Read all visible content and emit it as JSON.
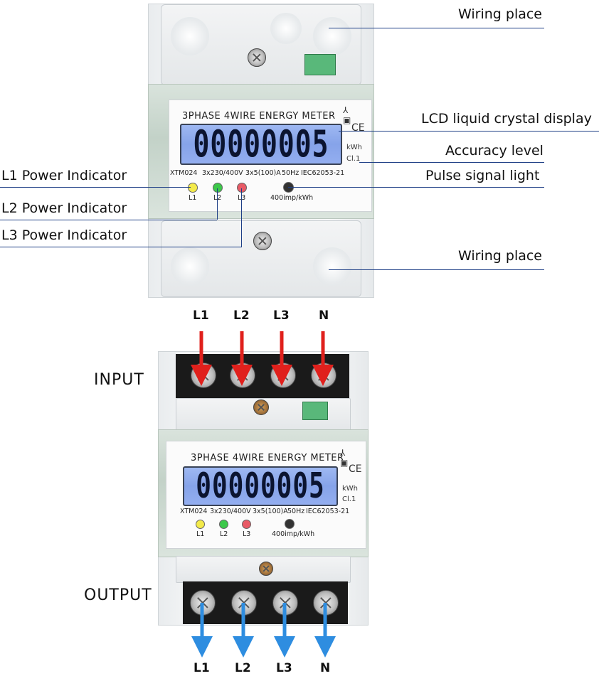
{
  "annotations": {
    "wiring_place_top": "Wiring place",
    "lcd_display": "LCD liquid crystal display",
    "accuracy_level": "Accuracy level",
    "pulse_light": "Pulse signal light",
    "l1_indicator": "L1 Power Indicator",
    "l2_indicator": "L2 Power Indicator",
    "l3_indicator": "L3 Power Indicator",
    "wiring_place_bottom": "Wiring place"
  },
  "meter": {
    "title": "3PHASE 4WIRE ENERGY METER",
    "reading": "00000005",
    "unit": "kWh",
    "class": "Cl.1",
    "model": "XTM024",
    "spec_voltage": "3x230/400V",
    "spec_current": "3x5(100)A",
    "spec_freq": "50Hz",
    "standard": "IEC62053-21",
    "pulse_rate": "400imp/kWh",
    "led_labels": [
      "L1",
      "L2",
      "L3"
    ],
    "ce_mark": "CE"
  },
  "wiring": {
    "input_label": "INPUT",
    "output_label": "OUTPUT",
    "input_terminals": [
      "L1",
      "L2",
      "L3",
      "N"
    ],
    "output_terminals": [
      "L1",
      "L2",
      "L3",
      "N"
    ],
    "input_arrow_color": "#e0201c",
    "output_arrow_color": "#2e8de0"
  },
  "colors": {
    "leader_line": "#1e3f86",
    "lcd": "#93aef0",
    "led_l1": "#f3ea4a",
    "led_l2": "#3cc84a",
    "led_l3": "#e85a66",
    "led_pulse": "#333333"
  }
}
